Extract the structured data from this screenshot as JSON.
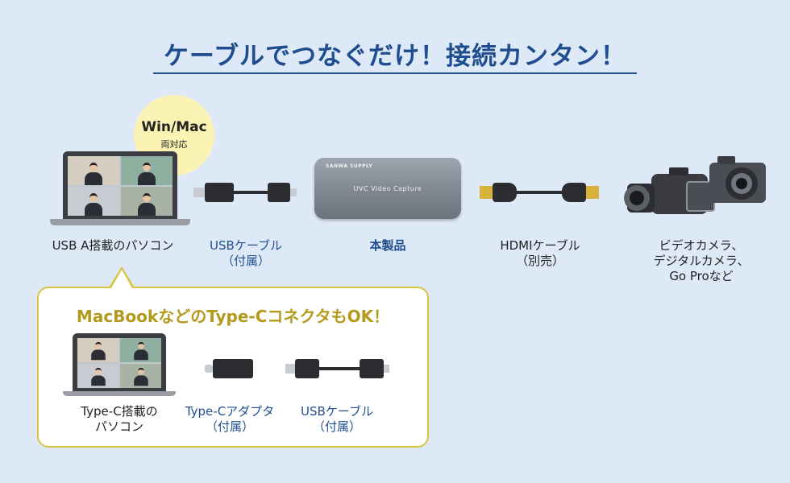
{
  "title": "ケーブルでつなぐだけ！接続カンタン！",
  "badge": {
    "main": "Win/Mac",
    "sub": "両対応"
  },
  "devices": {
    "pc": {
      "label": "USB A搭載のパソコン"
    },
    "usb_cable": {
      "line1": "USBケーブル",
      "line2": "（付属）"
    },
    "product": {
      "label": "本製品",
      "brand": "SANWA SUPPLY",
      "device_text": "UVC Video Capture"
    },
    "hdmi_cable": {
      "line1": "HDMIケーブル",
      "line2": "（別売）"
    },
    "cameras": {
      "line1": "ビデオカメラ、",
      "line2": "デジタルカメラ、",
      "line3": "Go Proなど"
    }
  },
  "callout": {
    "title": "MacBookなどのType-CコネクタもOK！",
    "pc": {
      "line1": "Type-C搭載の",
      "line2": "パソコン"
    },
    "adapter": {
      "line1": "Type-Cアダプタ",
      "line2": "（付属）"
    },
    "usb_cable": {
      "line1": "USBケーブル",
      "line2": "（付属）"
    }
  },
  "colors": {
    "background": "#dde9f6",
    "title": "#1f4d8f",
    "callout_accent": "#d9c445",
    "callout_title": "#b39a1c",
    "badge": "#fbf3b3"
  }
}
